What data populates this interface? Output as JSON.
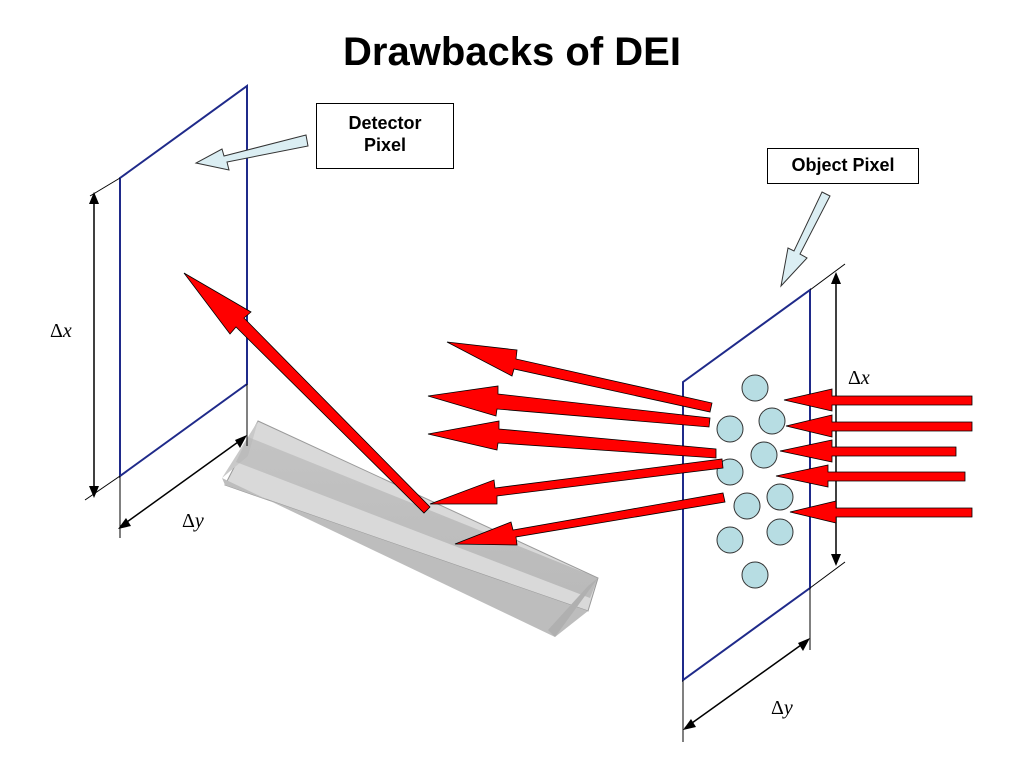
{
  "title": "Drawbacks of DEI",
  "labels": {
    "detector_line1": "Detector",
    "detector_line2": "Pixel",
    "object_pixel": "Object Pixel",
    "delta_symbol": "Δ",
    "x_var": "x",
    "y_var": "y"
  },
  "colors": {
    "beam": "#ff0000",
    "pixel_frame": "#1f2a8a",
    "scatter_dot": "#b7dde3",
    "callout_arrow": "#dbeef3",
    "crystal": "#c8c8c8"
  }
}
